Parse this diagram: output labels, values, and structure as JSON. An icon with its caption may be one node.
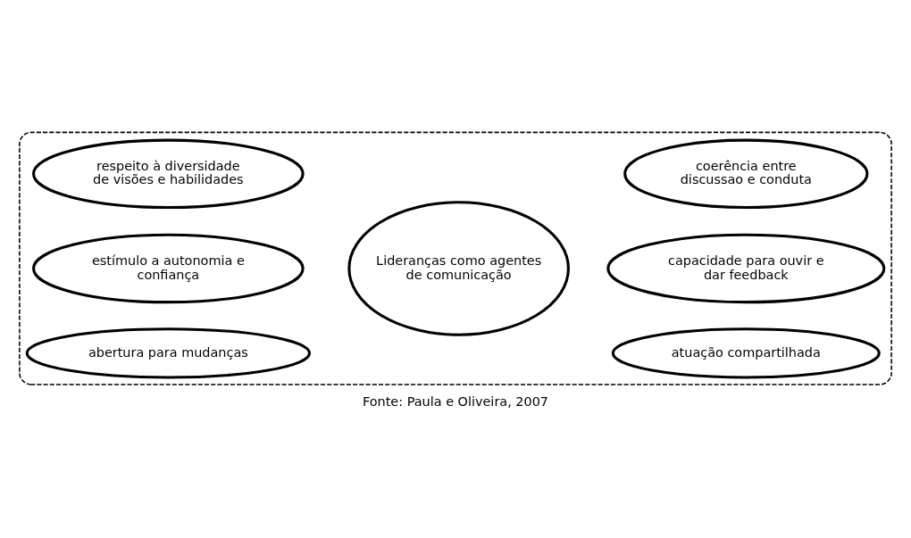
{
  "diagram": {
    "caption": "Fonte: Paula e Oliveira, 2007",
    "nodes": [
      {
        "text": [],
        "shape": "ellipse"
      },
      {
        "text": [
          "respeito à diversidade de visões e habilidades"
        ],
        "in": 0
      },
      {
        "text": [
          "estímulo a autonomia e confiança"
        ],
        "in": 0
      },
      {
        "text": [
          "abertura para mudanças"
        ],
        "in": 0
      },
      {
        "text": [
          "Lideranças como agentes de comunicação"
        ],
        "in": 0
      },
      {
        "text": [
          "atuação compartilhada"
        ],
        "in": 0
      },
      {
        "text": [
          "capacidade para ouvir e dar feedback"
        ],
        "in": 0
      },
      {
        "text": [
          "coerência entre discussao e conduta"
        ],
        "in": 0
      }
    ],
    "edges": []
  }
}
